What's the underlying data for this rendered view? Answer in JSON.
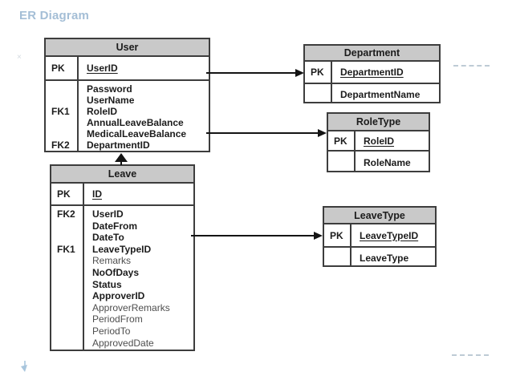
{
  "title": {
    "text": "ER Diagram"
  },
  "colors": {
    "title": "#a4bed6",
    "header_fill": "#c9c9c9",
    "border": "#3d3d3d",
    "text": "#1c1c1c",
    "muted_text": "#4e4e4e",
    "connector": "#141414",
    "artifact": "#a9bac8"
  },
  "tables": [
    {
      "name": "User",
      "pk_label": "PK",
      "pk_field": "UserID",
      "rows": [
        {
          "key": "",
          "field": "Password",
          "muted": false
        },
        {
          "key": "",
          "field": "UserName",
          "muted": false
        },
        {
          "key": "FK1",
          "field": "RoleID",
          "muted": false
        },
        {
          "key": "",
          "field": "AnnualLeaveBalance",
          "muted": false
        },
        {
          "key": "",
          "field": "MedicalLeaveBalance",
          "muted": false
        },
        {
          "key": "FK2",
          "field": "DepartmentID",
          "muted": false
        }
      ]
    },
    {
      "name": "Department",
      "pk_label": "PK",
      "pk_field": "DepartmentID",
      "rows": [
        {
          "key": "",
          "field": "DepartmentName",
          "muted": false
        }
      ]
    },
    {
      "name": "RoleType",
      "pk_label": "PK",
      "pk_field": "RoleID",
      "rows": [
        {
          "key": "",
          "field": "RoleName",
          "muted": false
        }
      ]
    },
    {
      "name": "Leave",
      "pk_label": "PK",
      "pk_field": "ID",
      "rows": [
        {
          "key": "FK2",
          "field": "UserID",
          "muted": false
        },
        {
          "key": "",
          "field": "DateFrom",
          "muted": false
        },
        {
          "key": "",
          "field": "DateTo",
          "muted": false
        },
        {
          "key": "FK1",
          "field": "LeaveTypeID",
          "muted": false
        },
        {
          "key": "",
          "field": "Remarks",
          "muted": true
        },
        {
          "key": "",
          "field": "NoOfDays",
          "muted": false
        },
        {
          "key": "",
          "field": "Status",
          "muted": false
        },
        {
          "key": "",
          "field": "ApproverID",
          "muted": false
        },
        {
          "key": "",
          "field": "ApproverRemarks",
          "muted": true
        },
        {
          "key": "",
          "field": "PeriodFrom",
          "muted": true
        },
        {
          "key": "",
          "field": "PeriodTo",
          "muted": true
        },
        {
          "key": "",
          "field": "ApprovedDate",
          "muted": true
        }
      ]
    },
    {
      "name": "LeaveType",
      "pk_label": "PK",
      "pk_field": "LeaveTypeID",
      "rows": [
        {
          "key": "",
          "field": "LeaveType",
          "muted": false
        }
      ]
    }
  ],
  "connectors": [
    {
      "from": "User",
      "to": "Department"
    },
    {
      "from": "User",
      "to": "RoleType"
    },
    {
      "from": "Leave",
      "to": "User"
    },
    {
      "from": "Leave",
      "to": "LeaveType"
    }
  ]
}
